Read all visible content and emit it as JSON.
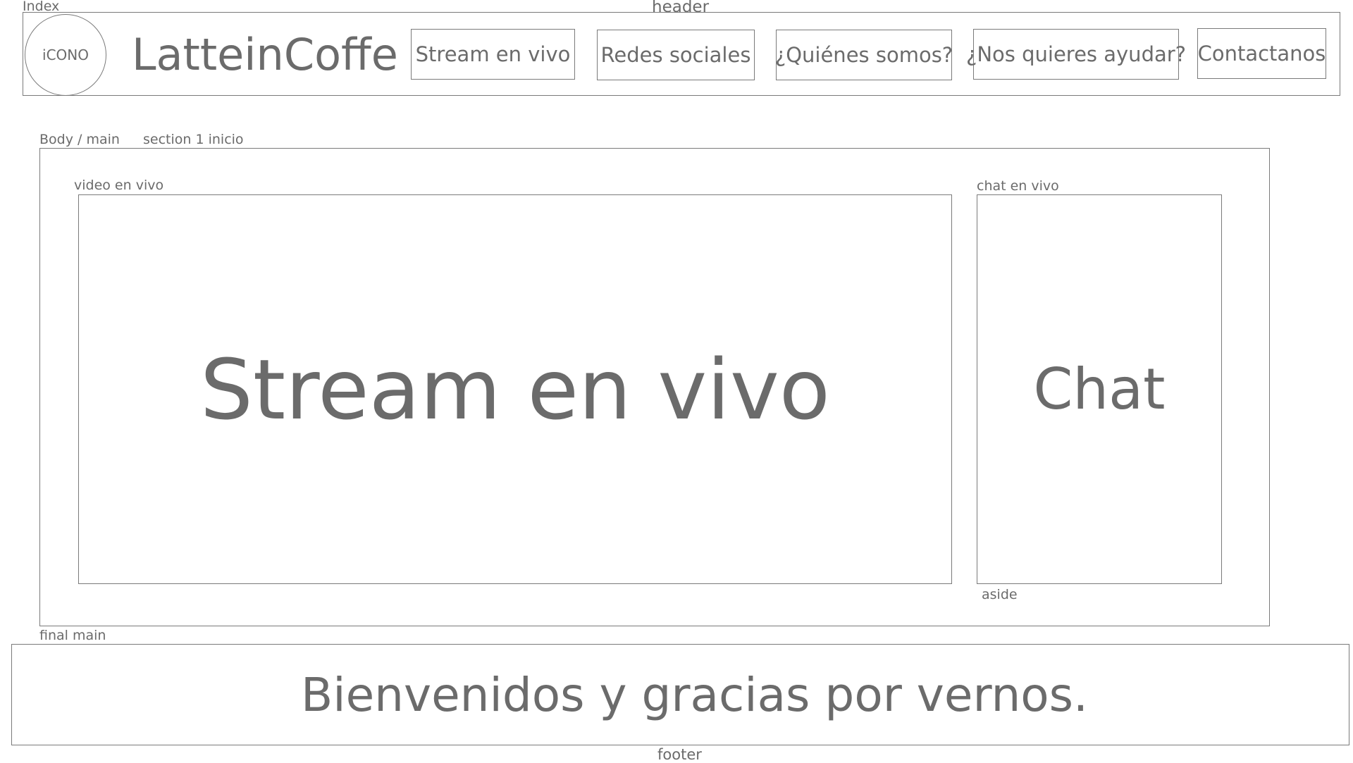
{
  "labels": {
    "index": "Index",
    "header": "header",
    "body_main": "Body / main",
    "section": "section 1 inicio",
    "video": "video en vivo",
    "chat": "chat en vivo",
    "aside": "aside",
    "final_main": "final main",
    "footer": "footer"
  },
  "header": {
    "icon_text": "iCONO",
    "brand": "LatteinCoffe",
    "nav": [
      "Stream en vivo",
      "Redes sociales",
      "¿Quiénes somos?",
      "¿Nos quieres ayudar?",
      "Contactanos"
    ]
  },
  "main": {
    "video_placeholder": "Stream en vivo",
    "chat_placeholder": "Chat"
  },
  "footer": {
    "message": "Bienvenidos y gracias por vernos."
  }
}
